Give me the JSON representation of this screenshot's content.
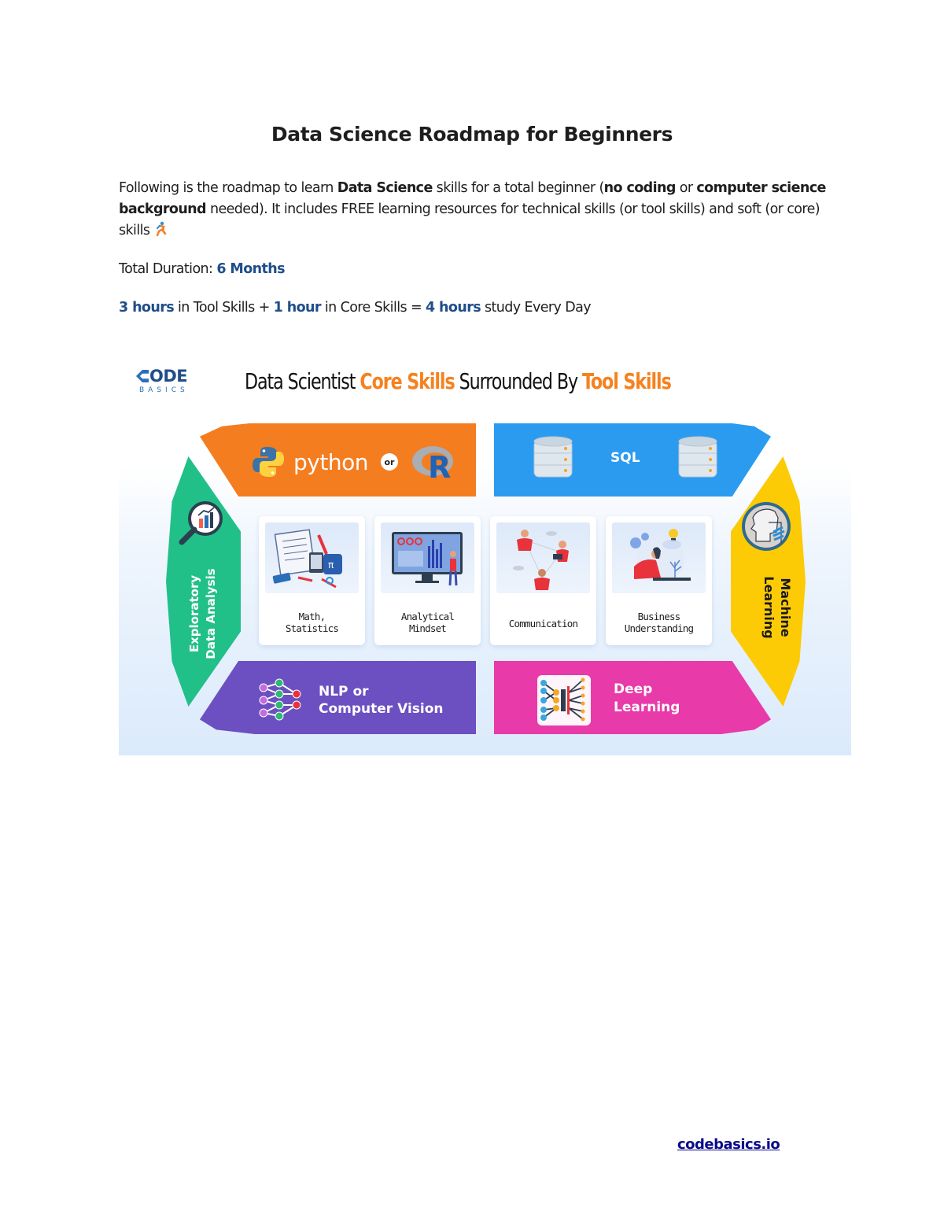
{
  "page": {
    "title": "Data Science Roadmap for Beginners",
    "intro": {
      "p1": "Following is the roadmap to learn ",
      "b1": "Data Science",
      "p2": " skills for a total beginner (",
      "b2": "no coding",
      "p3": " or ",
      "b3": "computer science background",
      "p4": " needed). It includes FREE learning resources for technical skills (or tool skills) and soft (or core) skills",
      "emoji": "runner-icon"
    },
    "duration": {
      "label": "Total Duration: ",
      "value": "6 Months"
    },
    "study": {
      "h1": "3 hours",
      "t1": " in Tool Skills + ",
      "h2": "1 hour",
      "t2": " in Core Skills = ",
      "h3": "4 hours",
      "t3": " study Every Day"
    },
    "footer_link": "codebasics.io"
  },
  "infographic": {
    "logo": {
      "top": "ODE",
      "bottom": "BASICS"
    },
    "title": {
      "t1": "Data Scientist ",
      "h1": "Core Skills",
      "t2": " Surrounded By ",
      "h2": "Tool Skills"
    },
    "tool_skills": {
      "python": {
        "word": "python",
        "or": "or",
        "r": "R",
        "color": "#f47d20"
      },
      "sql": {
        "label": "SQL",
        "color": "#2b9bf0"
      },
      "eda": {
        "label": "Exploratory Data Analysis",
        "line1": "Exploratory",
        "line2": "Data Analysis",
        "color": "#21c089"
      },
      "ml": {
        "label": "Machine Learning",
        "line1": "Machine",
        "line2": "Learning",
        "color": "#fccb05"
      },
      "nlp": {
        "line1": "NLP or",
        "line2": "Computer Vision",
        "color": "#6c4fc0"
      },
      "dl": {
        "line1": "Deep",
        "line2": "Learning",
        "color": "#e83aa8"
      }
    },
    "core_skills": [
      {
        "label": "Math,\nStatistics",
        "icon": "math-illustration"
      },
      {
        "label": "Analytical\nMindset",
        "icon": "analytics-illustration"
      },
      {
        "label": "Communication",
        "icon": "communication-illustration"
      },
      {
        "label": "Business\nUnderstanding",
        "icon": "business-illustration"
      }
    ],
    "accent_color": "#f5821f"
  }
}
